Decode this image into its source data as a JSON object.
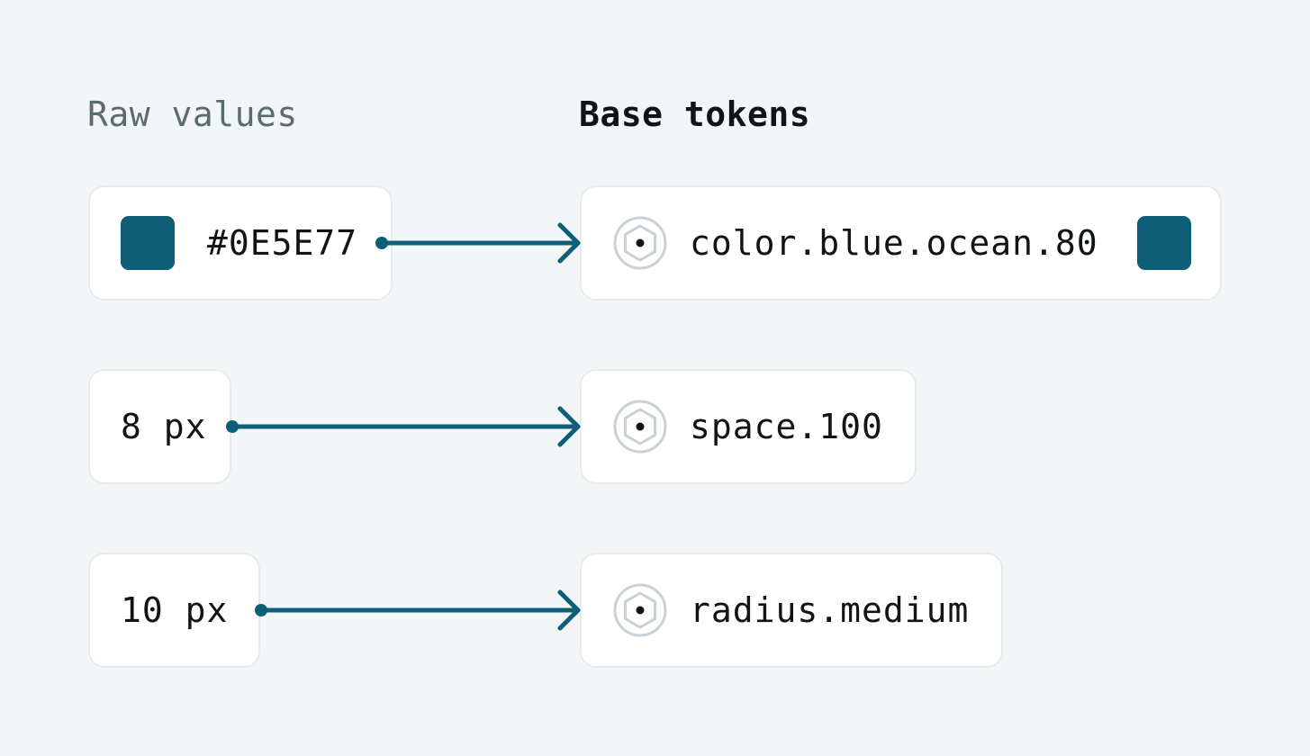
{
  "headings": {
    "raw_values": "Raw values",
    "base_tokens": "Base tokens"
  },
  "colors": {
    "ocean": "#0E5E77",
    "connector": "#0E5E77",
    "icon": "#c9d1d4"
  },
  "rows": [
    {
      "raw": {
        "value": "#0E5E77",
        "swatch_color": "#0E5E77"
      },
      "token": {
        "name": "color.blue.ocean.80",
        "icon": "token-hexagon-icon",
        "swatch_color": "#0E5E77"
      }
    },
    {
      "raw": {
        "value": "8 px"
      },
      "token": {
        "name": "space.100",
        "icon": "token-hexagon-icon"
      }
    },
    {
      "raw": {
        "value": "10 px"
      },
      "token": {
        "name": "radius.medium",
        "icon": "token-hexagon-icon"
      }
    }
  ]
}
